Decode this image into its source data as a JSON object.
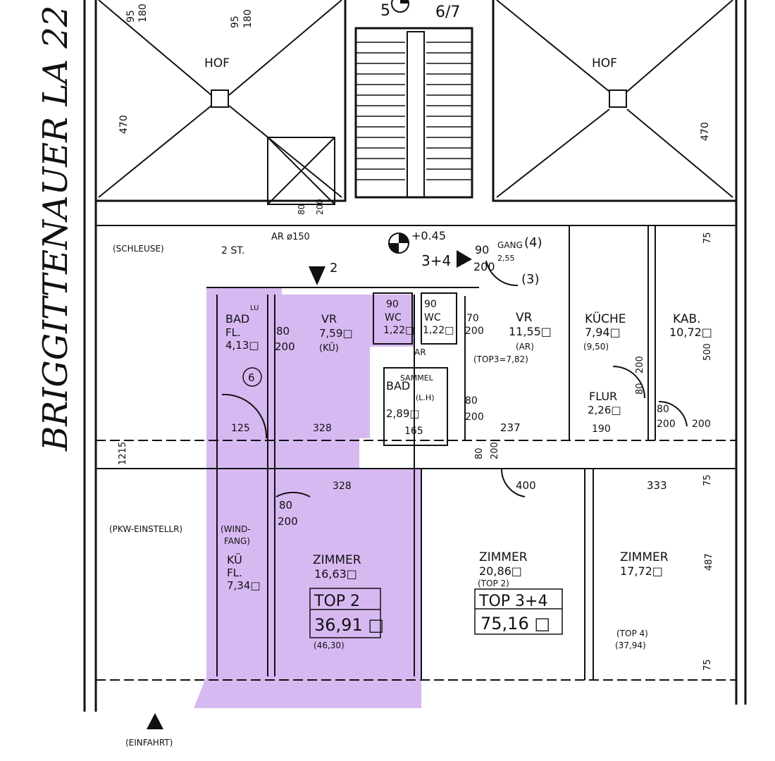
{
  "colors": {
    "highlight": "#d7b9f2",
    "ink": "#111111",
    "paper": "#ffffff"
  },
  "street": "BRIGGITTENAUER LA 22",
  "stair": {
    "levels": "5",
    "levels_right": "6/7",
    "top_a": "95",
    "top_b": "180",
    "top_c": "95",
    "top_d": "180"
  },
  "courtyards": {
    "left": "HOF",
    "right": "HOF",
    "dim_left": "470",
    "dim_right": "470"
  },
  "lift": {
    "ar": "AR ø150",
    "d1": "80",
    "d2": "200"
  },
  "corridor": {
    "level": "+0.45",
    "top2_arrow": "2",
    "top34_arrow": "3+4",
    "gang": "GANG",
    "gang_area": "2,55",
    "gang_d1": "90",
    "gang_d2": "200",
    "n4": "(4)",
    "n3": "(3)",
    "stairs_2st": "2 ST."
  },
  "schleuse": "(SCHLEUSE)",
  "pkw": "(PKW-EINSTELLR)",
  "einfahrt": "(EINFAHRT)",
  "dim_1215": "1215",
  "top2": {
    "bad": {
      "name": "BAD",
      "fl": "FL.",
      "area": "4,13□",
      "lu": "LU",
      "d1": "80",
      "d2": "200",
      "num": "6"
    },
    "vr": {
      "name": "VR",
      "area": "7,59□",
      "sub": "(KÜ)"
    },
    "wc": {
      "name": "WC",
      "area": "1,22□",
      "d": "90"
    },
    "dim_125": "125",
    "dim_328a": "328",
    "dim_328b": "328",
    "windfang": {
      "line1": "(WIND-",
      "line2": "FANG)"
    },
    "kue": {
      "name": "KÜ",
      "fl": "FL.",
      "area": "7,34□"
    },
    "door": {
      "d1": "80",
      "d2": "200"
    },
    "zimmer": {
      "name": "ZIMMER",
      "area": "16,63□"
    },
    "label": "TOP 2",
    "total": "36,91 □",
    "orig": "(46,30)"
  },
  "top34": {
    "wc": {
      "name": "WC",
      "area": "1,22□",
      "d": "90"
    },
    "bad": {
      "name": "BAD",
      "area": "2,89□",
      "lh": "(L.H)",
      "dim": "165",
      "sammel": "SAMMEL",
      "ar": "AR"
    },
    "vr": {
      "name": "VR",
      "area": "11,55□",
      "sub": "(AR)",
      "top3": "(TOP3=7,82)",
      "d1": "70",
      "d2": "200"
    },
    "kueche": {
      "name": "KÜCHE",
      "area": "7,94□",
      "sub": "(9,50)"
    },
    "kab": {
      "name": "KAB.",
      "area": "10,72□",
      "dim": "500"
    },
    "flur": {
      "name": "FLUR",
      "area": "2,26□",
      "dim": "190",
      "d1": "80",
      "d2": "200"
    },
    "doors": {
      "a1": "80",
      "a2": "200",
      "b1": "80",
      "b2": "200",
      "c1": "80",
      "c2": "200",
      "c3": "200"
    },
    "dim_237": "237",
    "dim_400": "400",
    "dim_333": "333",
    "dim_75a": "75",
    "dim_75b": "75",
    "dim_75c": "75",
    "dim_487": "487",
    "zimmer1": {
      "name": "ZIMMER",
      "area": "20,86□",
      "sub": "(TOP 2)"
    },
    "label": "TOP 3+4",
    "total": "75,16 □",
    "zimmer2": {
      "name": "ZIMMER",
      "area": "17,72□",
      "sub1": "(TOP 4)",
      "sub2": "(37,94)"
    }
  }
}
